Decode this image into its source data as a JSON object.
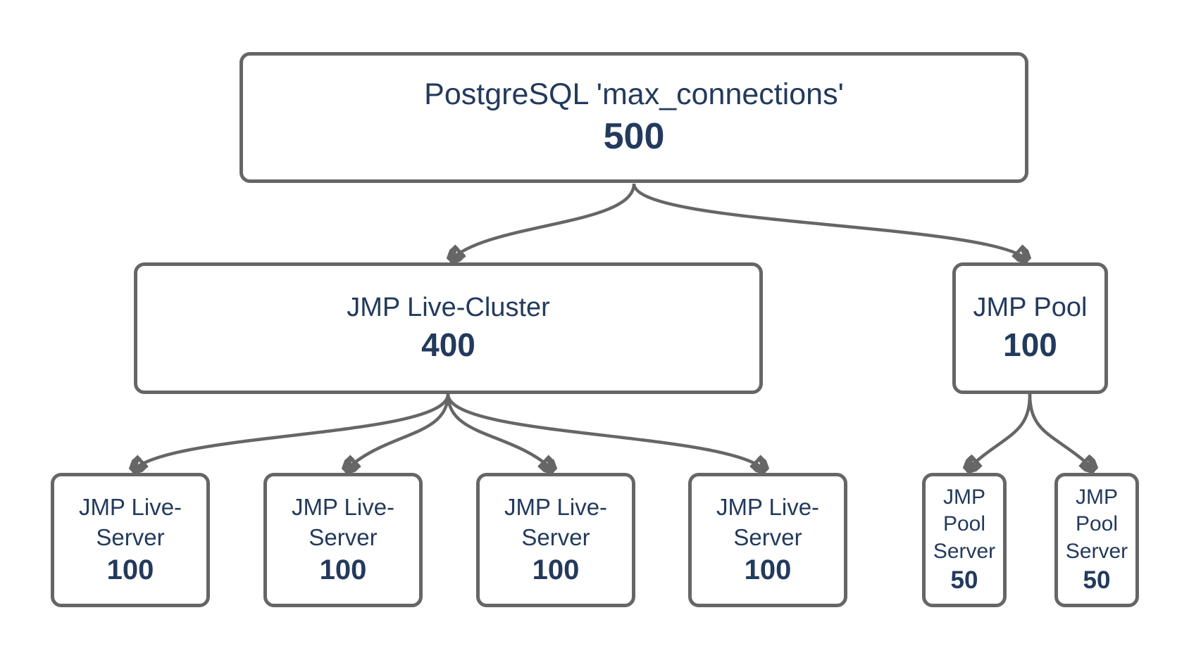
{
  "diagram": {
    "colors": {
      "box_border": "#666666",
      "connector": "#666666",
      "text": "#233a5c",
      "background": "#ffffff"
    },
    "nodes": [
      {
        "id": "root",
        "label": "PostgreSQL 'max_connections'",
        "value": "500"
      },
      {
        "id": "cluster",
        "label": "JMP Live-Cluster",
        "value": "400"
      },
      {
        "id": "pool",
        "label": "JMP Pool",
        "value": "100"
      },
      {
        "id": "live-server-1",
        "label": "JMP Live-Server",
        "value": "100"
      },
      {
        "id": "live-server-2",
        "label": "JMP Live-Server",
        "value": "100"
      },
      {
        "id": "live-server-3",
        "label": "JMP Live-Server",
        "value": "100"
      },
      {
        "id": "live-server-4",
        "label": "JMP Live-Server",
        "value": "100"
      },
      {
        "id": "pool-server-1",
        "label": "JMP Pool Server",
        "value": "50"
      },
      {
        "id": "pool-server-2",
        "label": "JMP Pool Server",
        "value": "50"
      }
    ],
    "edges": [
      {
        "from": "root",
        "to": "cluster"
      },
      {
        "from": "root",
        "to": "pool"
      },
      {
        "from": "cluster",
        "to": "live-server-1"
      },
      {
        "from": "cluster",
        "to": "live-server-2"
      },
      {
        "from": "cluster",
        "to": "live-server-3"
      },
      {
        "from": "cluster",
        "to": "live-server-4"
      },
      {
        "from": "pool",
        "to": "pool-server-1"
      },
      {
        "from": "pool",
        "to": "pool-server-2"
      }
    ]
  }
}
